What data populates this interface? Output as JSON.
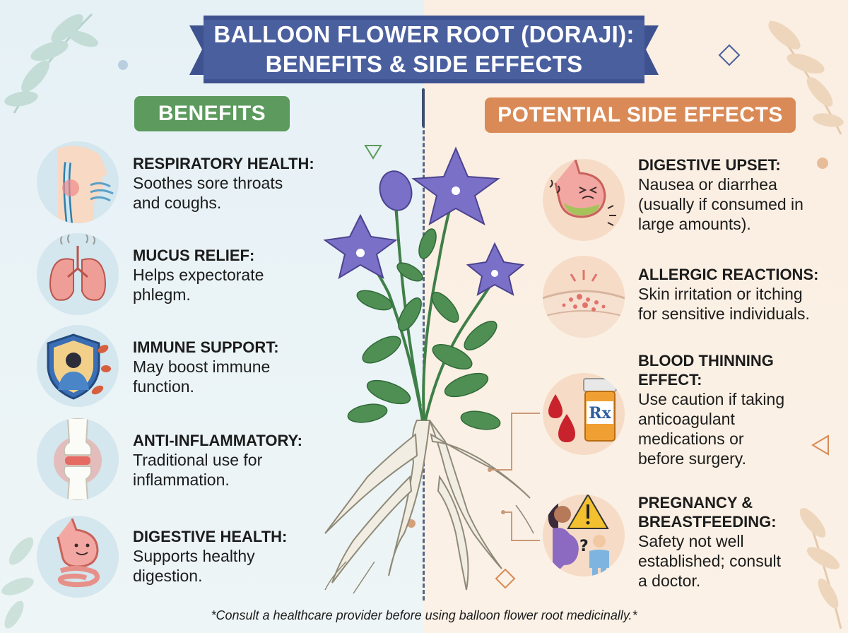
{
  "title": {
    "line1": "BALLOON FLOWER ROOT (DORAJI):",
    "line2": "BENEFITS & SIDE EFFECTS"
  },
  "sections": {
    "benefits_label": "BENEFITS",
    "side_effects_label": "POTENTIAL SIDE EFFECTS"
  },
  "benefits": [
    {
      "title": "RESPIRATORY HEALTH:",
      "line1": "Soothes sore throats",
      "line2": "and coughs.",
      "icon": "throat-icon"
    },
    {
      "title": "MUCUS RELIEF:",
      "line1": "Helps expectorate",
      "line2": "phlegm.",
      "icon": "lungs-icon"
    },
    {
      "title": "IMMUNE SUPPORT:",
      "line1": "May boost immune",
      "line2": "function.",
      "icon": "shield-person-icon"
    },
    {
      "title": "ANTI-INFLAMMATORY:",
      "line1": "Traditional use for",
      "line2": "inflammation.",
      "icon": "joint-icon"
    },
    {
      "title": "DIGESTIVE HEALTH:",
      "line1": "Supports healthy",
      "line2": "digestion.",
      "icon": "happy-stomach-icon"
    }
  ],
  "side_effects": [
    {
      "title1": "DIGESTIVE UPSET:",
      "lines": [
        "Nausea or diarrhea",
        "(usually if consumed in",
        "large amounts)."
      ],
      "icon": "upset-stomach-icon"
    },
    {
      "title1": "ALLERGIC REACTIONS:",
      "lines": [
        "Skin irritation or itching",
        "for sensitive individuals."
      ],
      "icon": "skin-rash-icon"
    },
    {
      "title1": "BLOOD THINNING",
      "title2": "EFFECT:",
      "lines": [
        "Use caution if taking",
        "anticoagulant",
        "medications or",
        "before surgery."
      ],
      "icon": "blood-pill-bottle-icon"
    },
    {
      "title1": "PREGNANCY &",
      "title2": "BREASTFEEDING:",
      "lines": [
        "Safety not well",
        "established; consult",
        "a doctor."
      ],
      "icon": "pregnancy-warning-icon"
    }
  ],
  "rx_label": "Rx",
  "footer": "*Consult a healthcare provider before using balloon flower root medicinally.*",
  "colors": {
    "banner": "#4a5f9e",
    "benefits_pill": "#5c9a5e",
    "side_effects_pill": "#d98a56",
    "flower": "#7a70c8",
    "leaf": "#3f7f48"
  }
}
